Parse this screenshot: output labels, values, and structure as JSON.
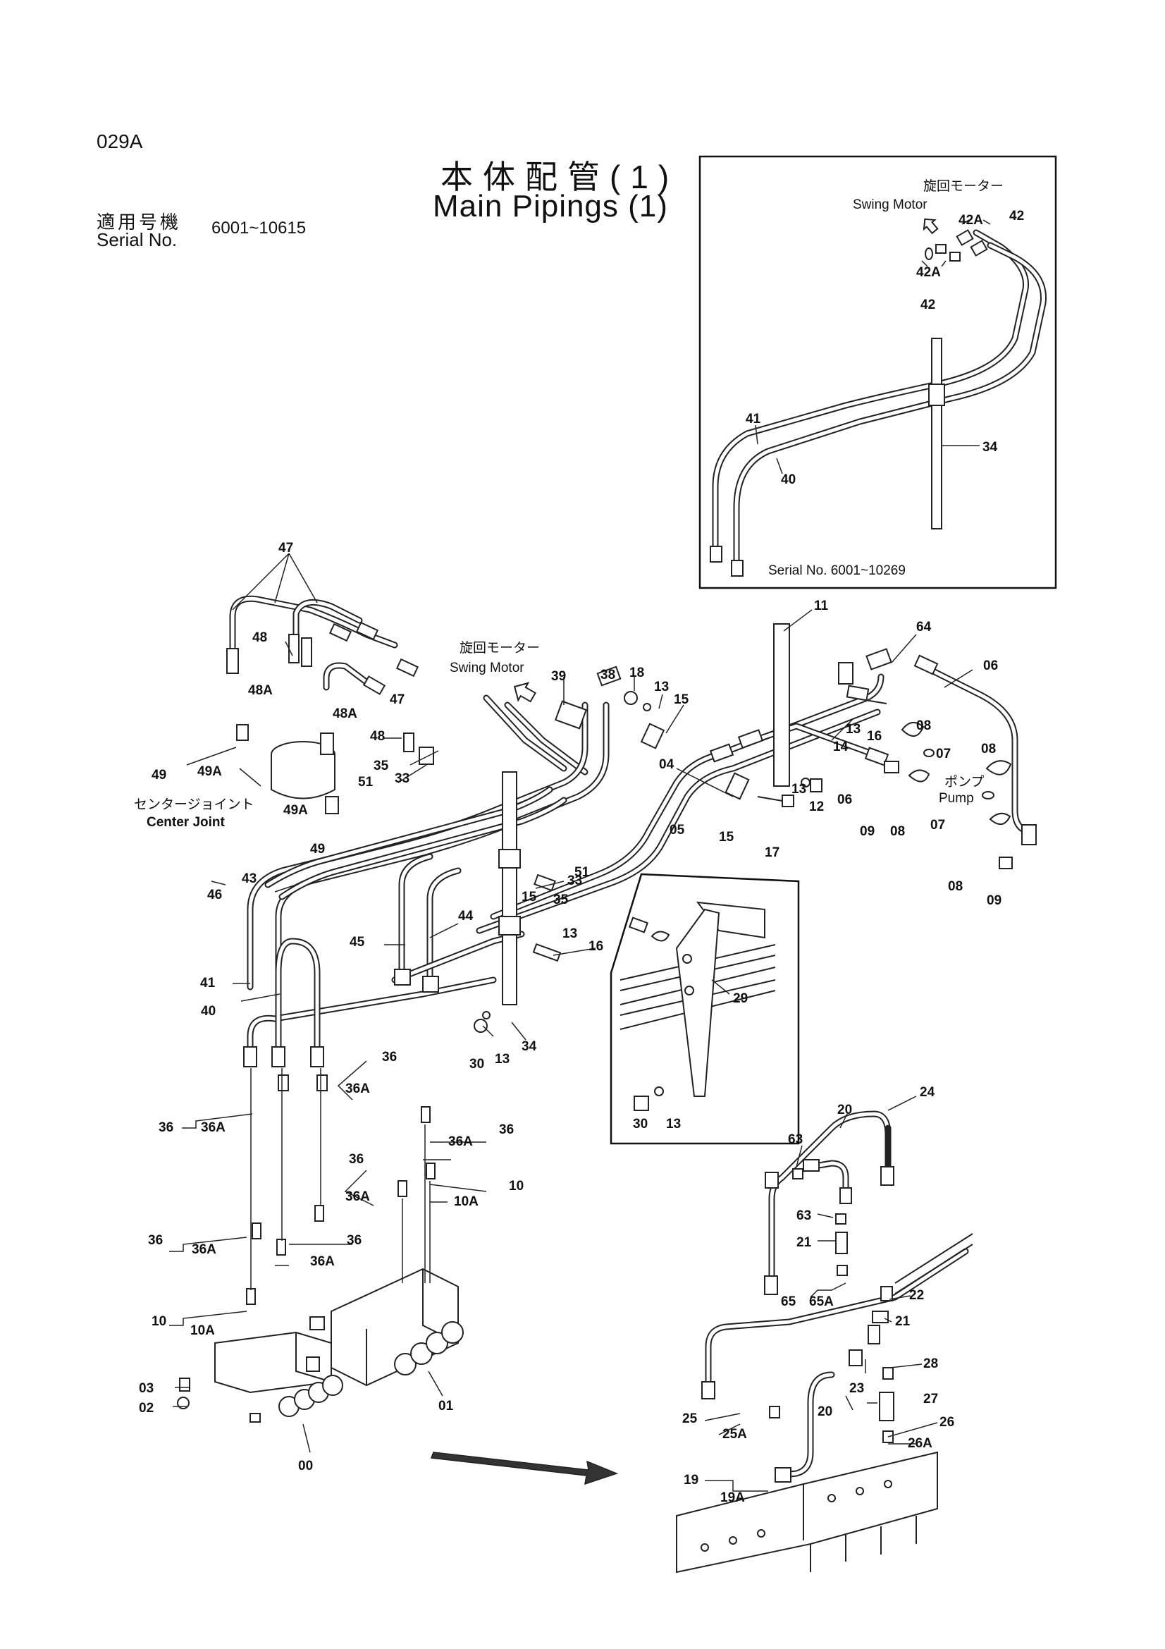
{
  "header": {
    "page_code": "029A",
    "title_jp": "本体配管(1)",
    "title_en": "Main Pipings (1)",
    "serial_label_jp": "適用号機",
    "serial_label_en": "Serial No.",
    "serial_range": "6001~10615"
  },
  "inset_top": {
    "swing_motor_jp": "旋回モーター",
    "swing_motor_en": "Swing Motor",
    "serial_note": "Serial No. 6001~10269",
    "callouts": [
      "42A",
      "42",
      "42A",
      "42",
      "41",
      "40",
      "34"
    ]
  },
  "main_diagram": {
    "swing_motor_jp": "旋回モーター",
    "swing_motor_en": "Swing Motor",
    "pump_jp": "ポンプ",
    "pump_en": "Pump",
    "center_joint_jp": "センタージョイント",
    "center_joint_en": "Center Joint",
    "callouts_top": [
      "47",
      "48",
      "48A",
      "47",
      "48A",
      "48",
      "49",
      "49A",
      "49A",
      "49",
      "51",
      "35",
      "33",
      "39",
      "38",
      "18",
      "13",
      "15",
      "04",
      "05",
      "15",
      "17",
      "13",
      "12",
      "11",
      "14",
      "13",
      "16",
      "64",
      "06",
      "08",
      "07",
      "06",
      "08",
      "09",
      "08",
      "07",
      "08",
      "09"
    ],
    "callouts_mid": [
      "43",
      "46",
      "41",
      "40",
      "45",
      "44",
      "33",
      "35",
      "51",
      "15",
      "13",
      "16",
      "30",
      "13",
      "34"
    ],
    "callouts_low": [
      "36",
      "36A",
      "36",
      "36A",
      "36",
      "36A",
      "36",
      "36A",
      "10",
      "10A",
      "36",
      "36A",
      "36",
      "36A",
      "10",
      "10A",
      "03",
      "02",
      "00",
      "01"
    ]
  },
  "inset_bracket": {
    "callouts": [
      "29",
      "30",
      "13"
    ]
  },
  "inset_bottom": {
    "callouts": [
      "24",
      "20",
      "63",
      "63",
      "21",
      "65",
      "65A",
      "22",
      "21",
      "28",
      "23",
      "27",
      "20",
      "26",
      "26A",
      "25",
      "25A",
      "19",
      "19A"
    ]
  }
}
